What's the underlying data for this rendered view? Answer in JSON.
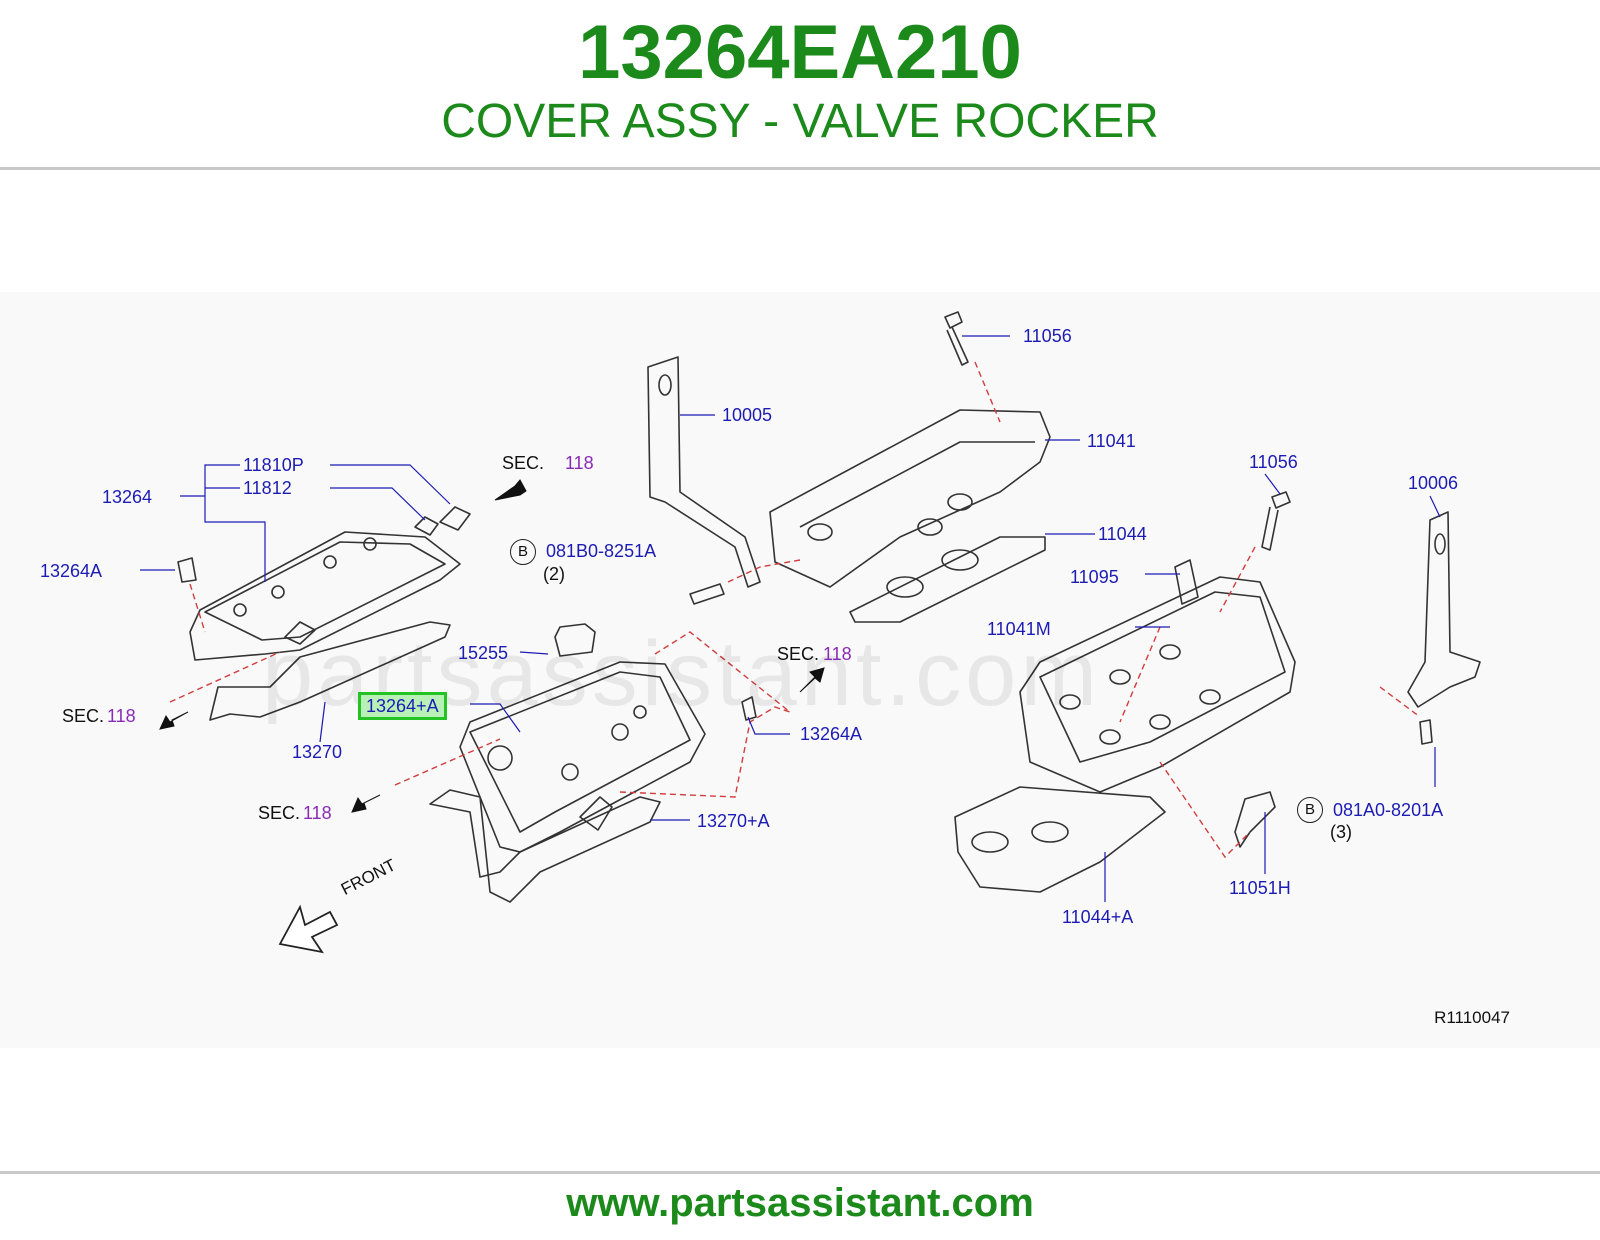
{
  "header": {
    "part_number": "13264EA210",
    "part_name": "COVER ASSY - VALVE ROCKER"
  },
  "diagram": {
    "watermark": "partsassistant.com",
    "reference_code": "R1110047",
    "front_label": "FRONT",
    "labels": {
      "l11810P": "11810P",
      "l11812": "11812",
      "l13264": "13264",
      "l13264A_left": "13264A",
      "sec_prefix_top": "SEC.",
      "sec_num_top": "118",
      "sec_prefix_left": "SEC.",
      "sec_num_left": "118",
      "l13270": "13270",
      "l13264plusA": "13264+A",
      "l15255": "15255",
      "sec_prefix_mid": "SEC.",
      "sec_num_mid": "118",
      "l13264A_mid": "13264A",
      "sec_prefix_low": "SEC.",
      "sec_num_low": "118",
      "l13270plusA": "13270+A",
      "bolt_B_mid": "B",
      "l081B0": "081B0-8251A",
      "qty2": "(2)",
      "l10005": "10005",
      "l11056_top": "11056",
      "l11041": "11041",
      "l11044": "11044",
      "l11095": "11095",
      "l11041M": "11041M",
      "l11056_right": "11056",
      "l10006": "10006",
      "bolt_B_right": "B",
      "l081A0": "081A0-8201A",
      "qty3": "(3)",
      "l11051H": "11051H",
      "l11044plusA": "11044+A"
    }
  },
  "footer": {
    "url": "www.partsassistant.com"
  },
  "colors": {
    "title_green": "#1b8a1b",
    "label_blue": "#1c1cb4",
    "section_purple": "#8a2bb8",
    "highlight_green": "#22c322"
  }
}
